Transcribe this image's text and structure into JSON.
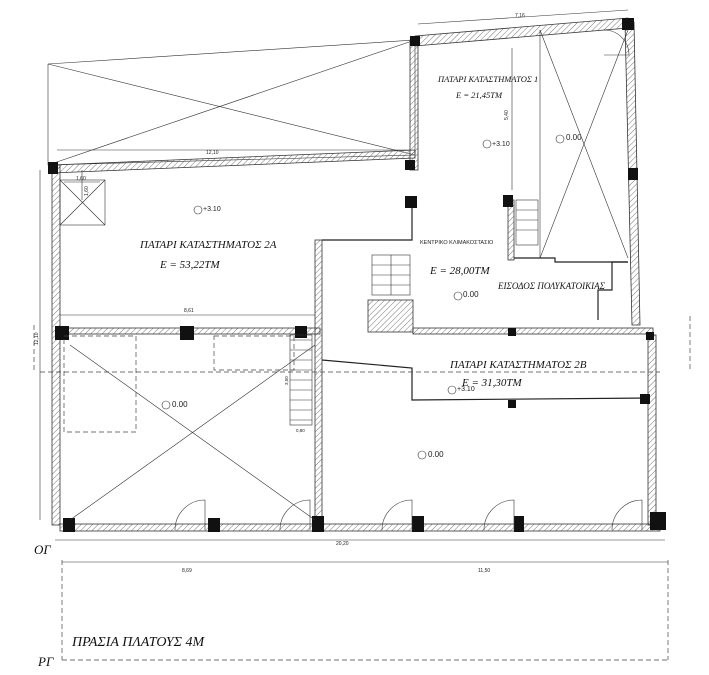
{
  "rooms": {
    "shop1": {
      "title": "ΠΑΤΑΡΙ ΚΑΤΑΣΤΗΜΑΤΟΣ 1",
      "area": "E = 21,45TM"
    },
    "shop2a": {
      "title": "ΠΑΤΑΡΙ ΚΑΤΑΣΤΗΜΑΤΟΣ 2Α",
      "area": "E = 53,22TM"
    },
    "entrance": {
      "title": "ΕΙΣΟΔΟΣ ΠΟΛΥΚΑΤΟΙΚΙΑΣ",
      "area": "E = 28,00TM"
    },
    "shop2b": {
      "title": "ΠΑΤΑΡΙ ΚΑΤΑΣΤΗΜΑΤΟΣ 2Β",
      "area": "E = 31,30TM"
    },
    "stair_label": "ΚΕΝΤΡΙΚΟ ΚΛΙΜΑΚΟΣΤΑΣΙΟ"
  },
  "levels": {
    "shop1_upper": "+3.10",
    "shop1_lower": "0.00",
    "shop2a": "+3.10",
    "entrance": "0.00",
    "shop2b": "+3.10",
    "left_lower": "0.00",
    "right_lower": "0.00"
  },
  "dimensions": {
    "top": "7,16",
    "shop1_vertical": "5,40",
    "mid_top": "12,10",
    "small_w": "1,60",
    "small_h": "1,60",
    "mezz_width": "8,61",
    "left_vertical": "12,10",
    "bottom_total": "20,20",
    "bottom_left": "8,69",
    "bottom_right": "11,50",
    "stair_h": "3,50",
    "stair_w": "0,80"
  },
  "annotations": {
    "og": "ΟΓ",
    "rg": "ΡΓ",
    "prasia": "ΠΡΑΣΙΑ ΠΛΑΤΟΥΣ 4Μ"
  }
}
